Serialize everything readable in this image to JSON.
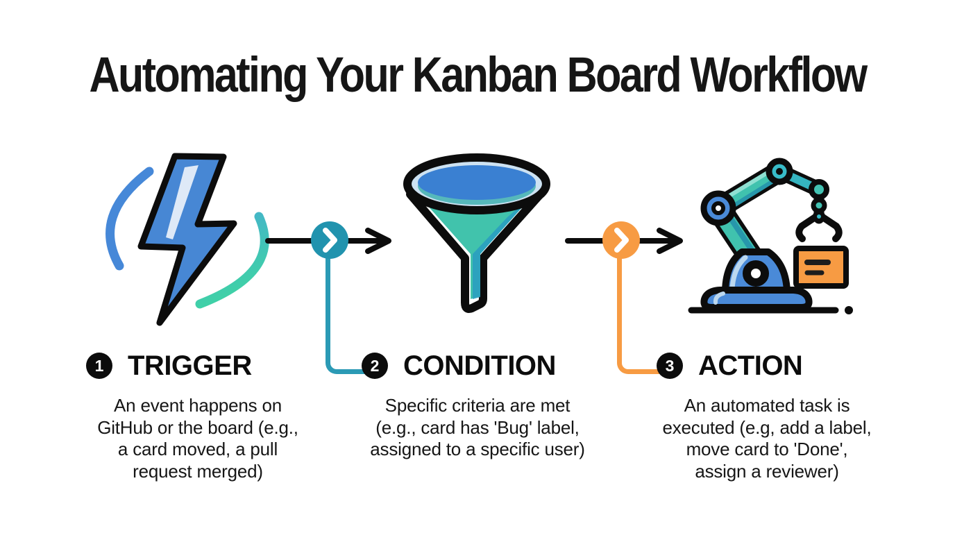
{
  "title": "Automating Your Kanban Board Workflow",
  "colors": {
    "background": "#ffffff",
    "text": "#161616",
    "outline_black": "#0c0c0c",
    "bolt_blue": "#4787d4",
    "arc_blue": "#4688d8",
    "teal": "#40c2ae",
    "teal_dark": "#2193ae",
    "connector_teal": "#2b9ab5",
    "orange": "#f79b43",
    "funnel_liquid_blue": "#3a80d2",
    "robot_blue": "#4a8ad8"
  },
  "steps": [
    {
      "number": "1",
      "label": "TRIGGER",
      "icon": "lightning-bolt-icon",
      "description_lines": [
        "An event happens on",
        "GitHub or the board (e.g.,",
        "a card moved, a pull",
        "request merged)"
      ]
    },
    {
      "number": "2",
      "label": "CONDITION",
      "icon": "funnel-icon",
      "description_lines": [
        "Specific criteria are met",
        "(e.g., card has 'Bug' label,",
        "assigned to a specific user)"
      ]
    },
    {
      "number": "3",
      "label": "ACTION",
      "icon": "robot-arm-icon",
      "description_lines": [
        "An automated task is",
        "executed (e.g, add a label,",
        "move card to 'Done',",
        "assign a reviewer)"
      ]
    }
  ],
  "connectors": [
    {
      "from": "TRIGGER",
      "to": "CONDITION",
      "icon": "chevron-right-icon",
      "color": "#2193ae"
    },
    {
      "from": "CONDITION",
      "to": "ACTION",
      "icon": "chevron-right-icon",
      "color": "#f79b43"
    }
  ]
}
